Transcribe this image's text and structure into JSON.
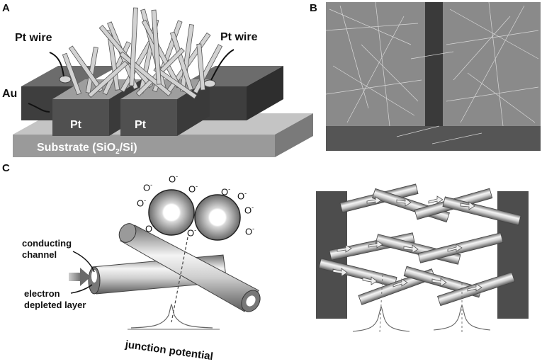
{
  "panels": {
    "a": {
      "letter": "A",
      "pt_wire_left": "Pt wire",
      "pt_wire_right": "Pt wire",
      "au": "Au",
      "pt_left": "Pt",
      "pt_right": "Pt",
      "substrate_prefix": "Substrate (SiO",
      "substrate_sub": "2",
      "substrate_suffix": "/Si)"
    },
    "b": {
      "letter": "B"
    },
    "c": {
      "letter": "C",
      "oxygen_ion": "O",
      "oxygen_charge": "-",
      "conducting_channel_line1": "conducting",
      "conducting_channel_line2": "channel",
      "depleted_line1": "electron",
      "depleted_line2": "depleted layer",
      "junction_potential": "junction potential"
    }
  },
  "colors": {
    "dark_block": "#4a4a4a",
    "light_block": "#8a8a8a",
    "substrate": "#9a9a9a",
    "wire": "#c8c8c8",
    "electrode": "#4d4d4d"
  }
}
